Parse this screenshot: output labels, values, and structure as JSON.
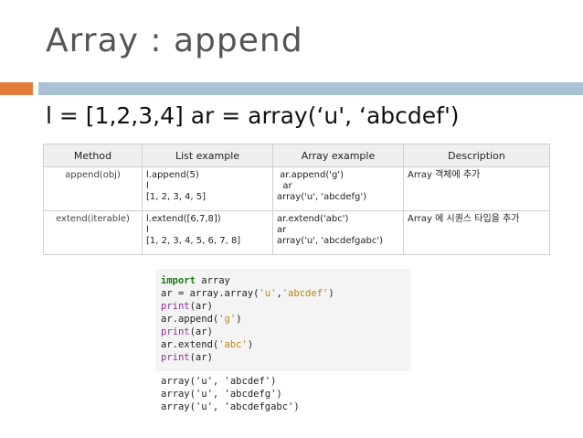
{
  "slide": {
    "title": "Array : append",
    "subtitle": "l = [1,2,3,4] ar = array(‘u', ‘abcdef')",
    "accent_orange": "#e07b3c",
    "accent_blue": "#a9c2d6"
  },
  "table": {
    "headers": [
      "Method",
      "List example",
      "Array example",
      "Description"
    ],
    "rows": [
      {
        "method": "append(obj)",
        "list": [
          "l.append(5)",
          "l",
          "[1, 2, 3, 4, 5]"
        ],
        "array": [
          " ar.append('g')",
          "  ar",
          "array('u', 'abcdefg')"
        ],
        "description": "Array 객체에 추가"
      },
      {
        "method": "extend(iterable)",
        "list": [
          "l.extend([6,7,8])",
          "l",
          "[1, 2, 3, 4, 5, 6, 7, 8]"
        ],
        "array": [
          "ar.extend('abc')",
          "ar",
          "array('u', 'abcdefgabc')"
        ],
        "description": "Array 에 시퀀스 타입을 추가"
      }
    ]
  },
  "code": {
    "lines": [
      "import array",
      "ar = array.array('u','abcdef')",
      "print(ar)",
      "ar.append('g')",
      "print(ar)",
      "ar.extend('abc')",
      "print(ar)"
    ],
    "output": [
      "array('u', 'abcdef')",
      "array('u', 'abcdefg')",
      "array('u', 'abcdefgabc')"
    ]
  }
}
